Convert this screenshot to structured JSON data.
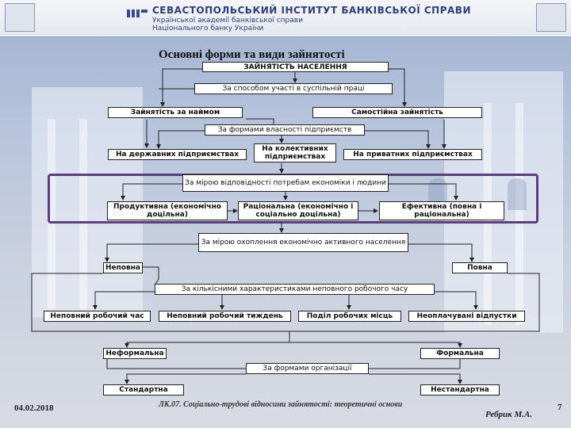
{
  "header": {
    "institute": "СЕВАСТОПОЛЬСЬКИЙ ІНСТИТУТ БАНКІВСЬКОЇ СПРАВИ",
    "line2": "Української академії банківської справи",
    "line3": "Національного банку України"
  },
  "title": "Основні форми та види зайнятості",
  "diagram": {
    "root": "ЗАЙНЯТІСТЬ НАСЕЛЕННЯ",
    "by_participation": "За способом участі в суспільній праці",
    "hired": "Зайнятість за наймом",
    "self": "Самостійна зайнятість",
    "by_ownership": "За формами власності підприємств",
    "state": "На державних підприємствах",
    "collective": "На колективних підприємствах",
    "private": "На приватних підприємствах",
    "by_needs": "За мірою відповідності потребам економіки і людини",
    "productive": "Продуктивна (економічно доцільна)",
    "rational": "Раціональна (економічно і соціально доцільна)",
    "effective": "Ефективна (повна і раціональна)",
    "by_coverage": "За мірою охоплення економічно активного населення",
    "partial": "Неповна",
    "full": "Повна",
    "by_quantity": "За кількісними характеристиками неповного робочого часу",
    "part_day": "Неповний робочий час",
    "part_week": "Неповний робочий тиждень",
    "job_split": "Поділ робочих місць",
    "unpaid_leave": "Неоплачувані відпустки",
    "informal": "Неформальна",
    "formal": "Формальна",
    "by_org": "За формами організації",
    "standard": "Стандартна",
    "nonstandard": "Нестандартна"
  },
  "footer": {
    "date": "04.02.2018",
    "lecture": "ЛК.07. Соціально-трудові відносини зайнятості: теоретичні основи",
    "author": "Ребрик М.А.",
    "page": "7"
  }
}
